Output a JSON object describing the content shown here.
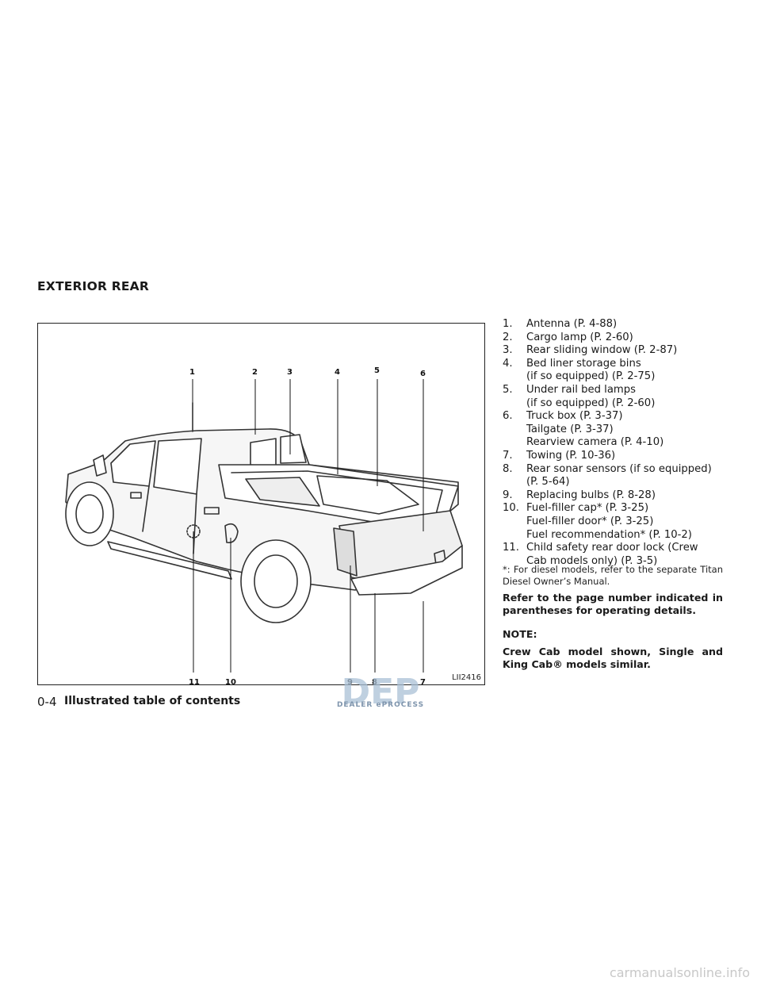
{
  "section": {
    "title": "EXTERIOR REAR"
  },
  "figure": {
    "code": "LII2416",
    "callouts": [
      "1",
      "2",
      "3",
      "4",
      "5",
      "6",
      "7",
      "8",
      "9",
      "10",
      "11"
    ]
  },
  "items": [
    {
      "num": "1.",
      "lines": [
        "Antenna (P. 4-88)"
      ]
    },
    {
      "num": "2.",
      "lines": [
        "Cargo lamp (P. 2-60)"
      ]
    },
    {
      "num": "3.",
      "lines": [
        "Rear sliding window (P. 2-87)"
      ]
    },
    {
      "num": "4.",
      "lines": [
        "Bed liner storage bins",
        "(if so equipped) (P. 2-75)"
      ]
    },
    {
      "num": "5.",
      "lines": [
        "Under rail bed lamps",
        "(if so equipped) (P. 2-60)"
      ]
    },
    {
      "num": "6.",
      "lines": [
        "Truck box (P. 3-37)",
        "Tailgate (P. 3-37)",
        "Rearview camera (P. 4-10)"
      ]
    },
    {
      "num": "7.",
      "lines": [
        "Towing (P. 10-36)"
      ]
    },
    {
      "num": "8.",
      "lines": [
        "Rear sonar sensors (if so equipped)",
        "(P. 5-64)"
      ]
    },
    {
      "num": "9.",
      "lines": [
        "Replacing bulbs (P. 8-28)"
      ]
    },
    {
      "num": "10.",
      "lines": [
        "Fuel-filler cap* (P. 3-25)",
        "Fuel-filler door* (P. 3-25)",
        "Fuel recommendation* (P. 10-2)"
      ]
    },
    {
      "num": "11.",
      "lines": [
        "Child safety rear door lock (Crew",
        "Cab models only) (P. 3-5)"
      ]
    }
  ],
  "footnote": "*: For diesel models, refer to the separate Titan Diesel Owner’s Manual.",
  "refnote": "Refer to the page number indicated in parentheses for operating details.",
  "note": {
    "label": "NOTE:",
    "text": "Crew Cab model shown, Single and King Cab® models similar."
  },
  "footer": {
    "page": "0-4",
    "title": "Illustrated table of contents"
  },
  "watermark": {
    "logo": "DEP",
    "caption": "DEALER ePROCESS"
  },
  "site": "carmanualsonline.info"
}
